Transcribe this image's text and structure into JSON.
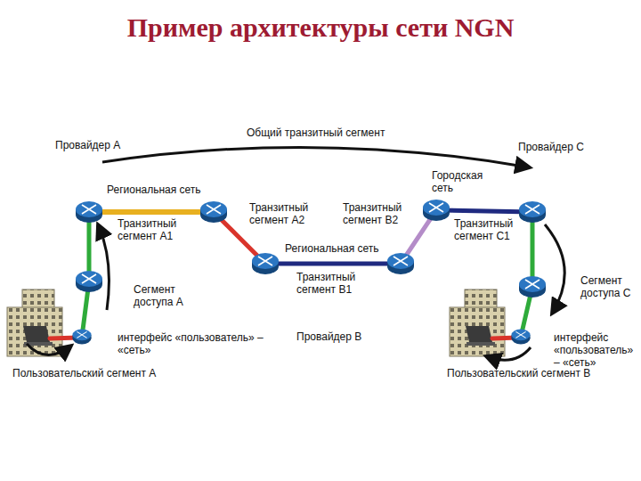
{
  "diagram": {
    "title": "Пример архитектуры сети NGN",
    "nodes": [
      {
        "text": [
          "Провайдер А",
          "Региональная сеть"
        ]
      },
      {
        "text": [
          "Провайдер В",
          "Региональная сеть"
        ]
      },
      {
        "text": [
          "Провайдер С",
          "Городская сеть"
        ]
      }
    ],
    "edges": [
      {
        "from": 0,
        "to": 2,
        "arrow": "to",
        "label": "Общий транзитный сегмент"
      }
    ],
    "labels": [
      "Транзитный сегмент А1",
      "Транзитный сегмент А2",
      "Транзитный сегмент В2",
      "Транзитный сегмент В1",
      "Транзитный сегмент С1",
      "Сегмент доступа А",
      "Сегмент доступа С",
      "интерфейс «пользователь» – «сеть»",
      "интерфейс «пользователь» – «сеть»",
      "Пользовательский сегмент А",
      "Пользовательский сегмент В"
    ]
  }
}
